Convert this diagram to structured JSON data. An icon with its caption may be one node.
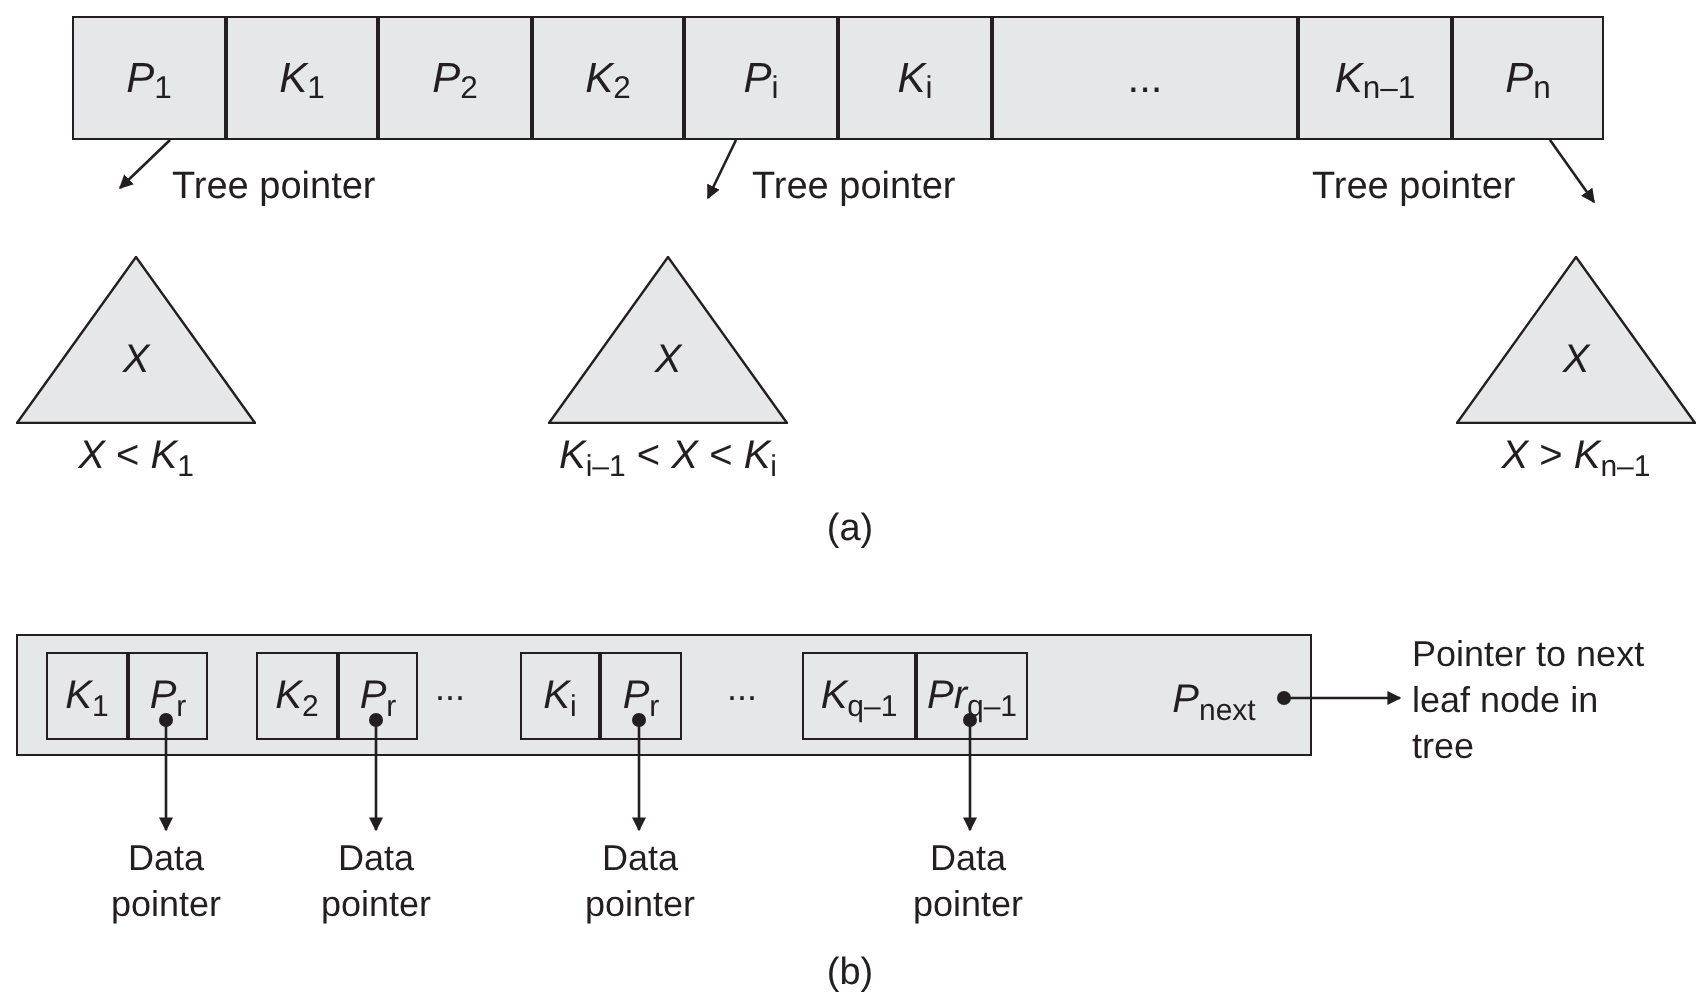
{
  "diagram": {
    "nodes": [
      {
        "text": [
          "*P*$_{1}$"
        ]
      },
      {
        "text": [
          "*K*$_{1}$"
        ]
      },
      {
        "text": [
          "*P*$_{2}$"
        ]
      },
      {
        "text": [
          "*K*$_{2}$"
        ]
      },
      {
        "text": [
          "*P*$_{i}$"
        ]
      },
      {
        "text": [
          "*K*$_{i}$"
        ]
      },
      {
        "text": [
          "..."
        ]
      },
      {
        "text": [
          "*K*$_{n–1}$"
        ]
      },
      {
        "text": [
          "*P*$_{n}$"
        ]
      },
      {
        "text": [
          "*X*"
        ],
        "beside": [
          "*X* < *K*$_{1}$"
        ]
      },
      {
        "text": [
          "*X*"
        ],
        "beside": [
          "*K*$_{i–1}$ < *X* < *K*$_{i}$"
        ]
      },
      {
        "text": [
          "*X*"
        ],
        "beside": [
          "*X* > *K*$_{n–1}$"
        ]
      },
      {
        "text": [],
        "shape": "box"
      },
      {
        "text": [
          "*K*$_{1}$"
        ],
        "in": 12
      },
      {
        "text": [
          "*P*$_{r}$"
        ],
        "in": 12
      },
      {
        "text": [
          "*K*$_{2}$"
        ],
        "in": 12
      },
      {
        "text": [
          "*P*$_{r}$"
        ],
        "in": 12
      },
      {
        "text": [
          "*K*$_{i}$"
        ],
        "in": 12
      },
      {
        "text": [
          "*P*$_{r}$"
        ],
        "in": 12
      },
      {
        "text": [
          "*K*$_{q–1}$"
        ],
        "in": 12
      },
      {
        "text": [
          "*Pr*$_{q–1}$"
        ],
        "in": 12
      },
      {
        "text": [
          "*P*$_{next}$"
        ],
        "in": 12
      },
      {
        "text": [
          "Pointer to next leaf node in tree"
        ]
      },
      {
        "text": [
          "Data pointer"
        ]
      },
      {
        "text": [
          "Data pointer"
        ]
      },
      {
        "text": [
          "Data pointer"
        ]
      },
      {
        "text": [
          "Data pointer"
        ]
      }
    ],
    "edges": [
      {
        "from": 0,
        "to": null,
        "arrow": "to"
      },
      {
        "from": 4,
        "to": null,
        "arrow": "to"
      },
      {
        "from": 8,
        "to": null,
        "arrow": "to"
      },
      {
        "from": 14,
        "to": 23,
        "arrow": "to"
      },
      {
        "from": 16,
        "to": 24,
        "arrow": "to"
      },
      {
        "from": 18,
        "to": 25,
        "arrow": "to"
      },
      {
        "from": 20,
        "to": 26,
        "arrow": "to"
      },
      {
        "from": 21,
        "to": 22,
        "arrow": "to"
      }
    ],
    "labels": [
      "Tree pointer",
      "Tree pointer",
      "Tree pointer",
      "(a)",
      "...",
      "...",
      "(b)"
    ]
  }
}
